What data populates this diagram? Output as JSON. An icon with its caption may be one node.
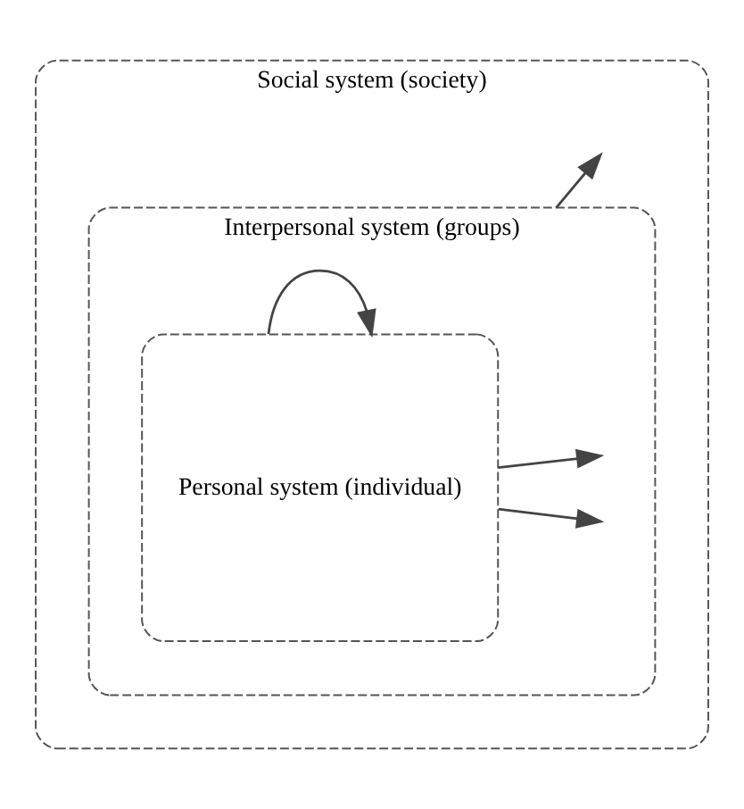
{
  "diagram": {
    "nodes": [
      {
        "text": [
          "Social system (society)"
        ]
      },
      {
        "text": [
          "Interpersonal system (groups)"
        ],
        "in": 0
      },
      {
        "text": [
          "Personal system (individual)"
        ],
        "in": 1
      }
    ],
    "edges": [
      {
        "from": 2,
        "to": 2,
        "arrow": "to"
      },
      {
        "from": 2,
        "to": null,
        "arrow": "to"
      },
      {
        "from": 1,
        "to": null,
        "arrow": "to"
      },
      {
        "from": 2,
        "to": null,
        "arrow": "to"
      }
    ]
  }
}
